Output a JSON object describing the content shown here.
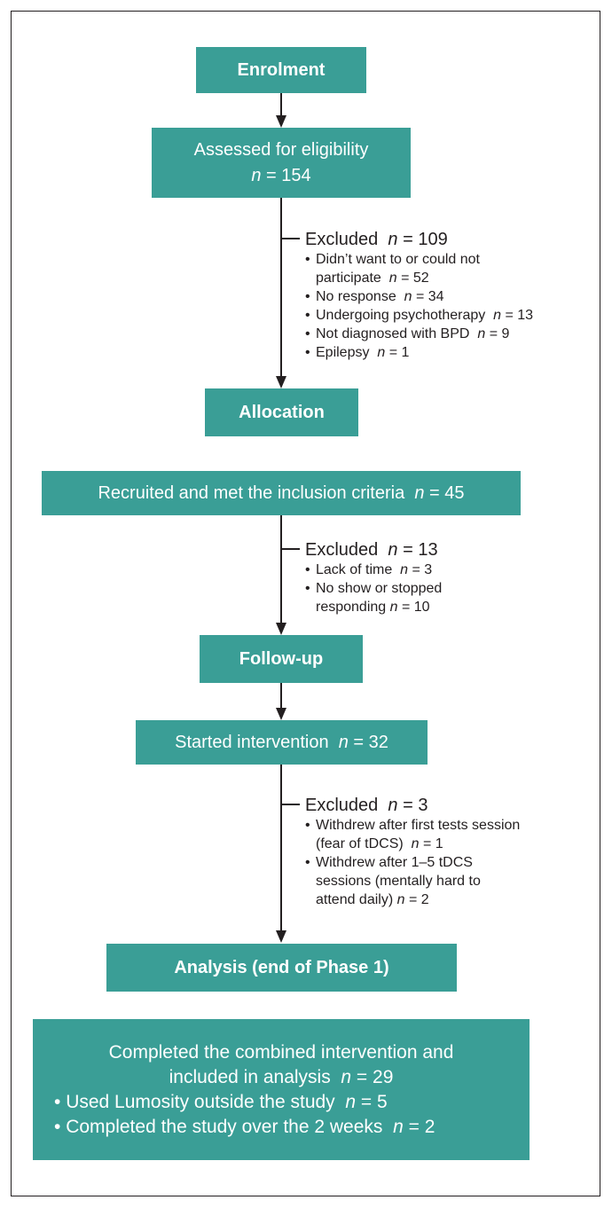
{
  "enrolment": {
    "label": "Enrolment"
  },
  "eligibility": {
    "line1": "Assessed for eligibility",
    "n_label": "n",
    "n_value": "= 154"
  },
  "excluded1": {
    "title": "Excluded",
    "n_label": "n",
    "n_value": "= 109",
    "items": [
      {
        "text": "Didn’t want to or could not participate",
        "n_value": "= 52"
      },
      {
        "text": "No response",
        "n_value": "= 34"
      },
      {
        "text": "Undergoing psychotherapy",
        "n_value": "= 13"
      },
      {
        "text": "Not diagnosed with BPD",
        "n_value": "= 9"
      },
      {
        "text": "Epilepsy",
        "n_value": "= 1"
      }
    ]
  },
  "allocation": {
    "label": "Allocation"
  },
  "recruited": {
    "text": "Recruited and met the inclusion criteria",
    "n_label": "n",
    "n_value": "= 45"
  },
  "excluded2": {
    "title": "Excluded",
    "n_label": "n",
    "n_value": "= 13",
    "items": [
      {
        "text": "Lack of time",
        "n_value": "= 3"
      },
      {
        "text": "No show or stopped responding",
        "n_value": "= 10"
      }
    ]
  },
  "followup": {
    "label": "Follow-up"
  },
  "started": {
    "text": "Started intervention",
    "n_label": "n",
    "n_value": "= 32"
  },
  "excluded3": {
    "title": "Excluded",
    "n_label": "n",
    "n_value": "= 3",
    "items": [
      {
        "text": "Withdrew after first tests session (fear of tDCS)",
        "n_value": "= 1"
      },
      {
        "text": "Withdrew after 1–5 tDCS sessions (mentally hard to attend daily)",
        "n_value": "= 2"
      }
    ]
  },
  "analysis": {
    "label": "Analysis (end of Phase 1)"
  },
  "completed": {
    "line1": "Completed the combined intervention and",
    "line2": "included in analysis",
    "n_label": "n",
    "n_value": "= 29",
    "items": [
      {
        "text": "Used Lumosity outside the study",
        "n_value": "= 5"
      },
      {
        "text": "Completed the study over the 2 weeks",
        "n_value": "= 2"
      }
    ]
  },
  "colors": {
    "box_fill": "#3a9e96",
    "box_text": "#ffffff",
    "line": "#231f20"
  }
}
